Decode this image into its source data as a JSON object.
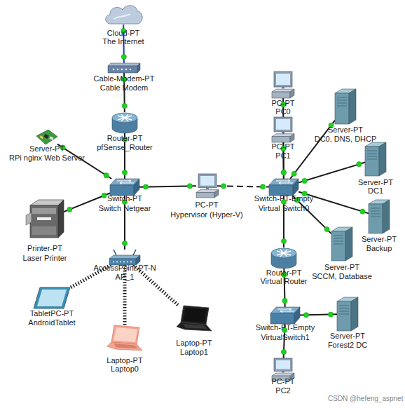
{
  "diagram": {
    "nodes": [
      {
        "text": [
          "Cloud-PT",
          "The Internet"
        ]
      },
      {
        "text": [
          "Cable-Modem-PT",
          "Cable Modem"
        ]
      },
      {
        "text": [
          "Router-PT",
          "pfSense_Router"
        ]
      },
      {
        "text": [
          "Server-PT",
          "RPi nginx Web Server"
        ]
      },
      {
        "text": [
          "PC-PT",
          "PC0"
        ]
      },
      {
        "text": [
          "Server-PT",
          "DC0, DNS, DHCP"
        ]
      },
      {
        "text": [
          "PC-PT",
          "PC1"
        ]
      },
      {
        "text": [
          "Switch-PT",
          "Switch Netgear"
        ]
      },
      {
        "text": [
          "PC-PT",
          "Hypervisor (Hyper-V)"
        ]
      },
      {
        "text": [
          "Switch-PT-Empty",
          "Virtual Switch0"
        ]
      },
      {
        "text": [
          "Server-PT",
          "DC1"
        ]
      },
      {
        "text": [
          "Printer-PT",
          "Laser Printer"
        ]
      },
      {
        "text": [
          "Server-PT",
          "Backup"
        ]
      },
      {
        "text": [
          "Server-PT",
          "SCCM, Database"
        ]
      },
      {
        "text": [
          "AccessPoint-PT-N",
          "AP_1"
        ]
      },
      {
        "text": [
          "Router-PT",
          "Virtual Router"
        ]
      },
      {
        "text": [
          "TabletPC-PT",
          "AndroidTablet"
        ]
      },
      {
        "text": [
          "Laptop-PT",
          "Laptop1"
        ]
      },
      {
        "text": [
          "Switch-PT-Empty",
          "VirtualSwitch1"
        ]
      },
      {
        "text": [
          "Server-PT",
          "Forest2 DC"
        ]
      },
      {
        "text": [
          "Laptop-PT",
          "Laptop0"
        ]
      },
      {
        "text": [
          "PC-PT",
          "PC2"
        ]
      }
    ],
    "edges": [
      {
        "from": 0,
        "to": 1,
        "arrow": "none"
      },
      {
        "from": 1,
        "to": 2,
        "arrow": "none"
      },
      {
        "from": 2,
        "to": 7,
        "arrow": "none"
      },
      {
        "from": 3,
        "to": 7,
        "arrow": "none"
      },
      {
        "from": 11,
        "to": 7,
        "arrow": "none"
      },
      {
        "from": 7,
        "to": 8,
        "arrow": "none"
      },
      {
        "from": 7,
        "to": 14,
        "arrow": "none"
      },
      {
        "from": 8,
        "to": 9,
        "arrow": "none"
      },
      {
        "from": 4,
        "to": 9,
        "arrow": "none"
      },
      {
        "from": 6,
        "to": 9,
        "arrow": "none"
      },
      {
        "from": 5,
        "to": 9,
        "arrow": "none"
      },
      {
        "from": 10,
        "to": 9,
        "arrow": "none"
      },
      {
        "from": 12,
        "to": 9,
        "arrow": "none"
      },
      {
        "from": 13,
        "to": 9,
        "arrow": "none"
      },
      {
        "from": 9,
        "to": 15,
        "arrow": "none"
      },
      {
        "from": 15,
        "to": 18,
        "arrow": "none"
      },
      {
        "from": 18,
        "to": 19,
        "arrow": "none"
      },
      {
        "from": 18,
        "to": 21,
        "arrow": "none"
      },
      {
        "from": 14,
        "to": 16,
        "arrow": "none"
      },
      {
        "from": 14,
        "to": 20,
        "arrow": "none"
      },
      {
        "from": 14,
        "to": 17,
        "arrow": "none"
      }
    ],
    "labels": [
      "CSDN @hefeng_aspnet"
    ]
  }
}
